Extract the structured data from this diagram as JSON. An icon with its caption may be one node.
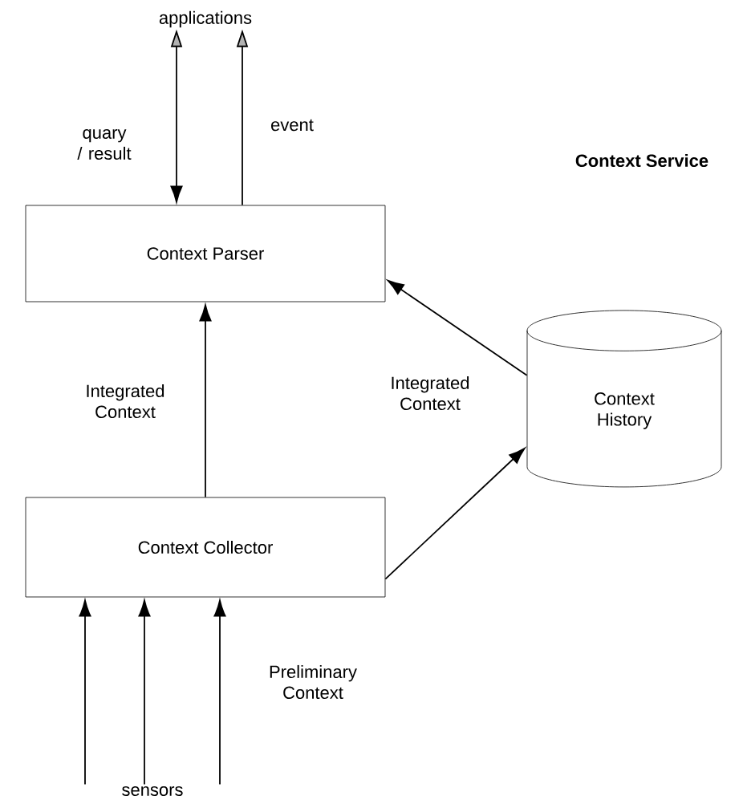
{
  "diagram": {
    "title": "Context Service",
    "nodes": [
      {
        "text": [
          "applications"
        ]
      },
      {
        "text": [
          "Context Parser"
        ]
      },
      {
        "text": [
          "Context History"
        ]
      },
      {
        "text": [
          "Context Collector"
        ]
      },
      {
        "text": [
          "sensors"
        ]
      }
    ],
    "edges": [
      {
        "from": 1,
        "to": 0,
        "arrow": "both",
        "label": "quary / result"
      },
      {
        "from": 1,
        "to": 0,
        "arrow": "to",
        "label": "event"
      },
      {
        "from": 2,
        "to": 1,
        "arrow": "to"
      },
      {
        "from": 3,
        "to": 1,
        "arrow": "to",
        "label": "Integrated Context"
      },
      {
        "from": 3,
        "to": 2,
        "arrow": "to",
        "label": "Integrated Context"
      },
      {
        "from": 4,
        "to": 3,
        "arrow": "to"
      },
      {
        "from": 4,
        "to": 3,
        "arrow": "to"
      },
      {
        "from": 4,
        "to": 3,
        "arrow": "to",
        "label": "Preliminary Context"
      }
    ]
  }
}
